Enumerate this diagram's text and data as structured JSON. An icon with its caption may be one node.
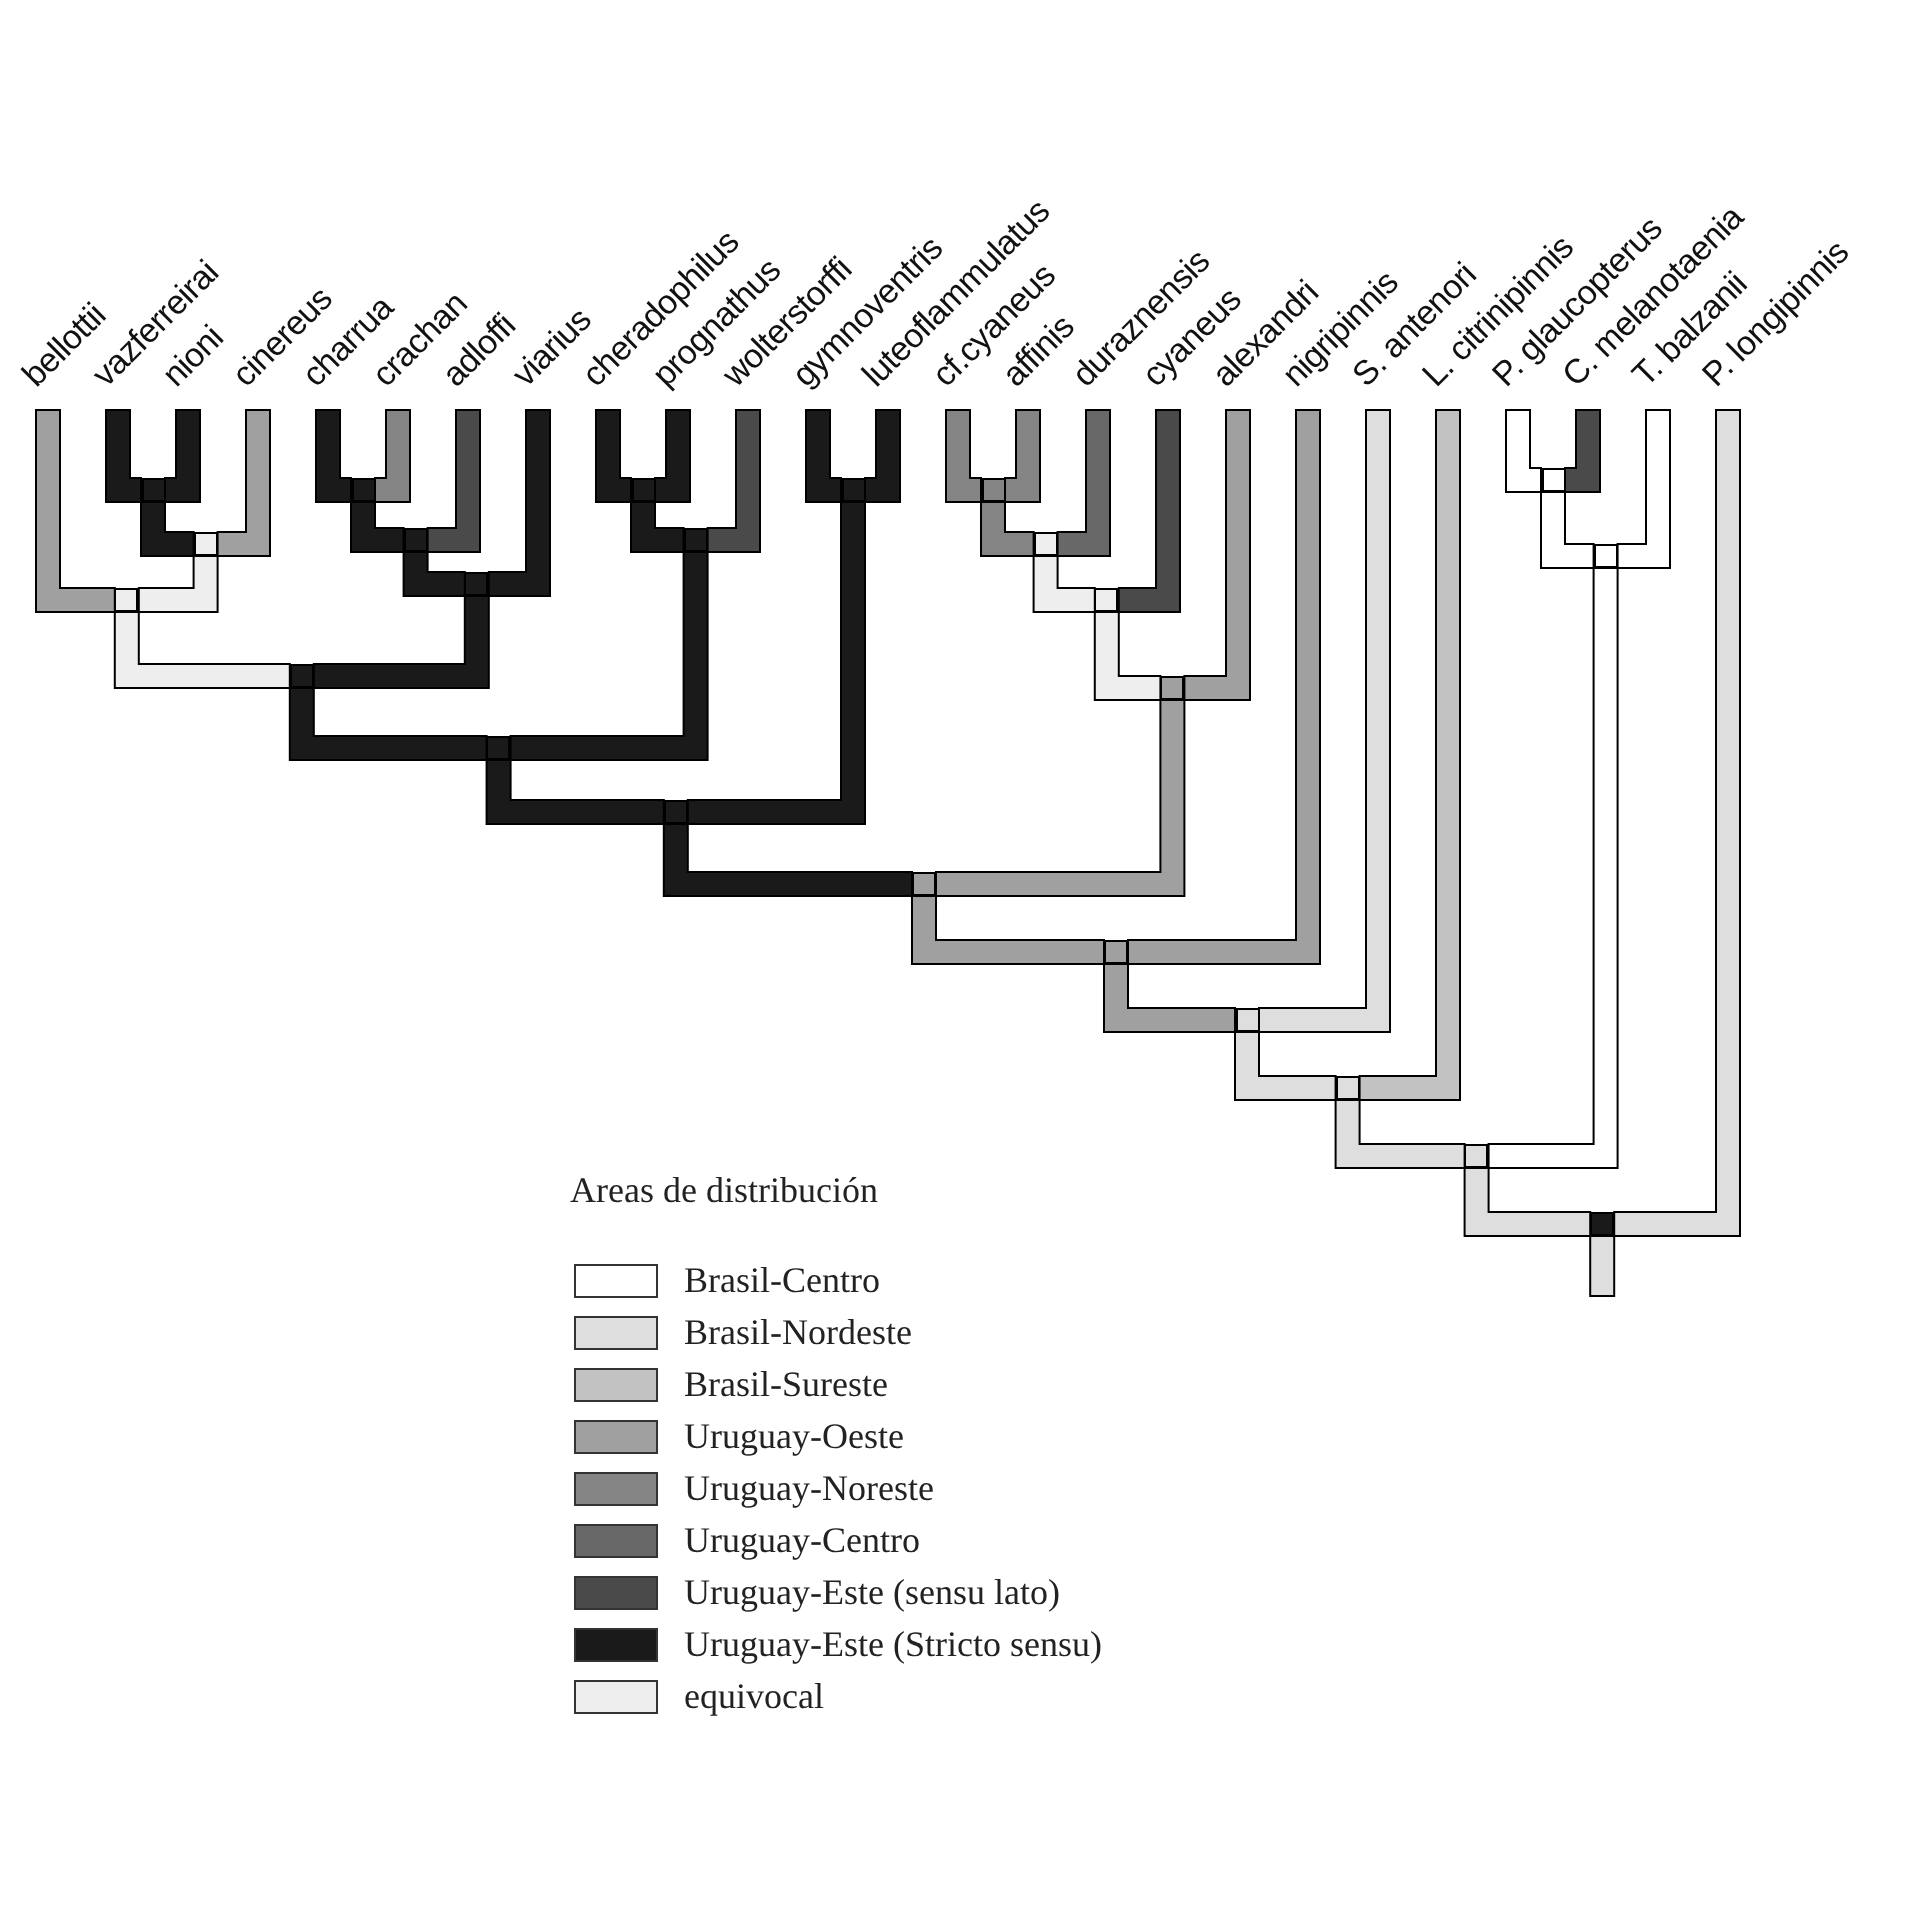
{
  "diagram": {
    "nodes": [
      {
        "text": [
          "bellottii"
        ]
      },
      {
        "text": [
          "vazferreirai"
        ]
      },
      {
        "text": [
          "nioni"
        ]
      },
      {
        "text": [
          "cinereus"
        ]
      },
      {
        "text": [
          "charrua"
        ]
      },
      {
        "text": [
          "crachan"
        ]
      },
      {
        "text": [
          "adloffi"
        ]
      },
      {
        "text": [
          "viarius"
        ]
      },
      {
        "text": [
          "cheradophilus"
        ]
      },
      {
        "text": [
          "prognathus"
        ]
      },
      {
        "text": [
          "wolterstorffi"
        ]
      },
      {
        "text": [
          "gymnoventris"
        ]
      },
      {
        "text": [
          "luteoflammulatus"
        ]
      },
      {
        "text": [
          "cf.cyaneus"
        ]
      },
      {
        "text": [
          "affinis"
        ]
      },
      {
        "text": [
          "duraznensis"
        ]
      },
      {
        "text": [
          "cyaneus"
        ]
      },
      {
        "text": [
          "alexandri"
        ]
      },
      {
        "text": [
          "nigripinnis"
        ]
      },
      {
        "text": [
          "S. antenori"
        ]
      },
      {
        "text": [
          "L. citrinipinnis"
        ]
      },
      {
        "text": [
          "P. glaucopterus"
        ]
      },
      {
        "text": [
          "C. melanotaenia"
        ]
      },
      {
        "text": [
          "T. balzanii"
        ]
      },
      {
        "text": [
          "P. longipinnis"
        ]
      },
      {
        "text": [],
        "shape": "junction"
      },
      {
        "text": [],
        "shape": "junction"
      },
      {
        "text": [],
        "shape": "junction"
      },
      {
        "text": [],
        "shape": "junction"
      },
      {
        "text": [],
        "shape": "junction"
      },
      {
        "text": [],
        "shape": "junction"
      },
      {
        "text": [],
        "shape": "junction"
      },
      {
        "text": [],
        "shape": "junction"
      },
      {
        "text": [],
        "shape": "junction"
      },
      {
        "text": [],
        "shape": "junction"
      },
      {
        "text": [],
        "shape": "junction"
      },
      {
        "text": [],
        "shape": "junction"
      },
      {
        "text": [],
        "shape": "junction"
      },
      {
        "text": [],
        "shape": "junction"
      },
      {
        "text": [],
        "shape": "junction"
      },
      {
        "text": [],
        "shape": "junction"
      },
      {
        "text": [],
        "shape": "junction"
      },
      {
        "text": [],
        "shape": "junction"
      },
      {
        "text": [],
        "shape": "junction"
      },
      {
        "text": [],
        "shape": "junction"
      },
      {
        "text": [],
        "shape": "junction"
      },
      {
        "text": [],
        "shape": "junction"
      },
      {
        "text": [],
        "shape": "junction"
      },
      {
        "text": [],
        "shape": "junction"
      }
    ],
    "edges": [
      {
        "from": 25,
        "to": 1,
        "arrow": "none"
      },
      {
        "from": 25,
        "to": 2,
        "arrow": "none"
      },
      {
        "from": 26,
        "to": 4,
        "arrow": "none"
      },
      {
        "from": 26,
        "to": 5,
        "arrow": "none",
        "color": "#848484"
      },
      {
        "from": 27,
        "to": 8,
        "arrow": "none"
      },
      {
        "from": 27,
        "to": 9,
        "arrow": "none"
      },
      {
        "from": 28,
        "to": 11,
        "arrow": "none"
      },
      {
        "from": 28,
        "to": 12,
        "arrow": "none"
      },
      {
        "from": 29,
        "to": 13,
        "arrow": "none",
        "color": "#848484"
      },
      {
        "from": 29,
        "to": 14,
        "arrow": "none",
        "color": "#848484"
      },
      {
        "from": 30,
        "to": 21,
        "arrow": "none",
        "color": "#ffffff"
      },
      {
        "from": 30,
        "to": 22,
        "arrow": "none",
        "color": "#4a4a4a"
      },
      {
        "from": 31,
        "to": 25,
        "arrow": "none"
      },
      {
        "from": 31,
        "to": 3,
        "arrow": "none",
        "color": "#a0a0a0"
      },
      {
        "from": 32,
        "to": 26,
        "arrow": "none"
      },
      {
        "from": 32,
        "to": 6,
        "arrow": "none",
        "color": "#4a4a4a"
      },
      {
        "from": 33,
        "to": 27,
        "arrow": "none"
      },
      {
        "from": 33,
        "to": 10,
        "arrow": "none",
        "color": "#4a4a4a"
      },
      {
        "from": 34,
        "to": 29,
        "arrow": "none",
        "color": "#848484"
      },
      {
        "from": 34,
        "to": 15,
        "arrow": "none",
        "color": "#686868"
      },
      {
        "from": 35,
        "to": 30,
        "arrow": "none",
        "color": "#ffffff"
      },
      {
        "from": 35,
        "to": 23,
        "arrow": "none",
        "color": "#ffffff"
      },
      {
        "from": 36,
        "to": 0,
        "arrow": "none",
        "color": "#a0a0a0"
      },
      {
        "from": 36,
        "to": 31,
        "arrow": "none",
        "color": "#eeeeee"
      },
      {
        "from": 37,
        "to": 32,
        "arrow": "none"
      },
      {
        "from": 37,
        "to": 7,
        "arrow": "none"
      },
      {
        "from": 38,
        "to": 34,
        "arrow": "none",
        "color": "#eeeeee"
      },
      {
        "from": 38,
        "to": 16,
        "arrow": "none",
        "color": "#4a4a4a"
      },
      {
        "from": 39,
        "to": 36,
        "arrow": "none",
        "color": "#eeeeee"
      },
      {
        "from": 39,
        "to": 37,
        "arrow": "none"
      },
      {
        "from": 40,
        "to": 39,
        "arrow": "none"
      },
      {
        "from": 40,
        "to": 33,
        "arrow": "none"
      },
      {
        "from": 41,
        "to": 38,
        "arrow": "none",
        "color": "#eeeeee"
      },
      {
        "from": 41,
        "to": 17,
        "arrow": "none",
        "color": "#a0a0a0"
      },
      {
        "from": 42,
        "to": 40,
        "arrow": "none"
      },
      {
        "from": 42,
        "to": 28,
        "arrow": "none"
      },
      {
        "from": 43,
        "to": 42,
        "arrow": "none"
      },
      {
        "from": 43,
        "to": 41,
        "arrow": "none",
        "color": "#a0a0a0"
      },
      {
        "from": 44,
        "to": 43,
        "arrow": "none",
        "color": "#a0a0a0"
      },
      {
        "from": 44,
        "to": 18,
        "arrow": "none",
        "color": "#a0a0a0"
      },
      {
        "from": 45,
        "to": 44,
        "arrow": "none",
        "color": "#a0a0a0"
      },
      {
        "from": 45,
        "to": 19,
        "arrow": "none",
        "color": "#dedede"
      },
      {
        "from": 46,
        "to": 45,
        "arrow": "none",
        "color": "#dedede"
      },
      {
        "from": 46,
        "to": 20,
        "arrow": "none",
        "color": "#c2c2c2"
      },
      {
        "from": 47,
        "to": 46,
        "arrow": "none",
        "color": "#dedede"
      },
      {
        "from": 47,
        "to": 35,
        "arrow": "none",
        "color": "#ffffff"
      },
      {
        "from": 48,
        "to": 47,
        "arrow": "none",
        "color": "#dedede"
      },
      {
        "from": 48,
        "to": 24,
        "arrow": "none",
        "color": "#dedede"
      },
      {
        "from": 48,
        "to": null,
        "arrow": "none",
        "color": "#dedede"
      }
    ],
    "labels": [
      "Areas de distribución"
    ],
    "legend": [
      {
        "text": "Brasil-Centro",
        "color": "#ffffff"
      },
      {
        "text": "Brasil-Nordeste",
        "color": "#dedede"
      },
      {
        "text": "Brasil-Sureste",
        "color": "#c2c2c2"
      },
      {
        "text": "Uruguay-Oeste",
        "color": "#a0a0a0"
      },
      {
        "text": "Uruguay-Noreste",
        "color": "#848484"
      },
      {
        "text": "Uruguay-Centro",
        "color": "#686868"
      },
      {
        "text": "Uruguay-Este (sensu lato)",
        "color": "#4a4a4a"
      },
      {
        "text": "Uruguay-Este (Stricto sensu)",
        "color": "#1a1a1a"
      },
      {
        "text": "equivocal",
        "color": "#eeeeee"
      }
    ]
  }
}
